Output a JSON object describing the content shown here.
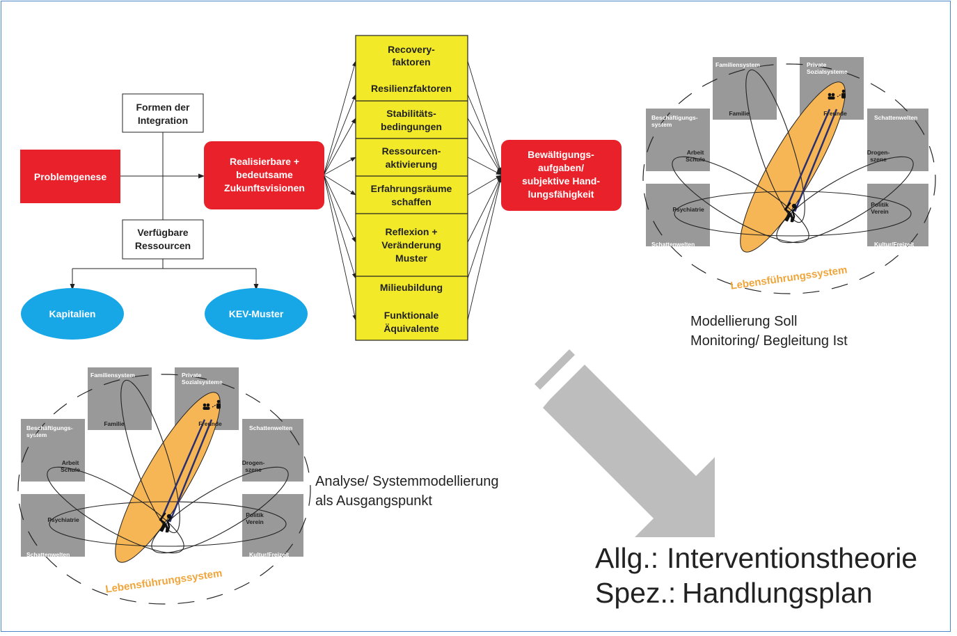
{
  "flow": {
    "problemgenese": "Problemgenese",
    "formen": [
      "Formen der",
      "Integration"
    ],
    "verfuegbare": [
      "Verfügbare",
      "Ressourcen"
    ],
    "kapitalien": "Kapitalien",
    "kev": "KEV-Muster",
    "vision": [
      "Realisierbare +",
      "bedeutsame",
      "Zukunftsvisionen"
    ],
    "factors": [
      [
        "Recovery-",
        "faktoren",
        "",
        "Resilienzfaktoren"
      ],
      [
        "Stabilitäts-",
        "bedingungen"
      ],
      [
        "Ressourcen-",
        "aktivierung"
      ],
      [
        "Erfahrungsräume",
        "schaffen"
      ],
      [
        "Reflexion +",
        "Veränderung",
        "Muster"
      ],
      [
        "Milieubildung",
        "",
        "Funktionale",
        "Äquivalente"
      ]
    ],
    "outcome": [
      "Bewältigungs-",
      "aufgaben/",
      "subjektive Hand-",
      "lungsfähigkeit"
    ]
  },
  "system": {
    "boxes": {
      "familiensystem": "Familiensystem",
      "private": [
        "Private",
        "Sozialsysteme"
      ],
      "beschaeftigung": [
        "Beschäftigungs-",
        "system"
      ],
      "schattenwelten_tr": "Schattenwelten",
      "schattenwelten_bl": "Schattenwelten",
      "kultur": "Kultur/Freizeit"
    },
    "ellipses": {
      "familie": "Familie",
      "freunde": "Freunde",
      "arbeit": [
        "Arbeit",
        "Schule"
      ],
      "drogen": [
        "Drogen-",
        "szene"
      ],
      "psychiatrie": "Psychiatrie",
      "politik": [
        "Politik",
        "Verein"
      ]
    },
    "lebens": "Lebensführungssystem"
  },
  "captions": {
    "top_right": [
      "Modellierung Soll",
      "Monitoring/ Begleitung Ist"
    ],
    "bottom_left": [
      "Analyse/ Systemmodellierung",
      "als Ausgangspunkt"
    ]
  },
  "theory": {
    "line1_prefix": "Allg.:",
    "line1_text": "Interventionstheorie",
    "line2_prefix": "Spez.:",
    "line2_text": "Handlungsplan"
  },
  "colors": {
    "red": "#e8212a",
    "yellow": "#f2ea29",
    "blue": "#17a6e6",
    "grey_box": "#999999",
    "orange": "#f6b656",
    "lebens_text": "#f0a53a",
    "arrow_grey": "#bdbdbd"
  }
}
